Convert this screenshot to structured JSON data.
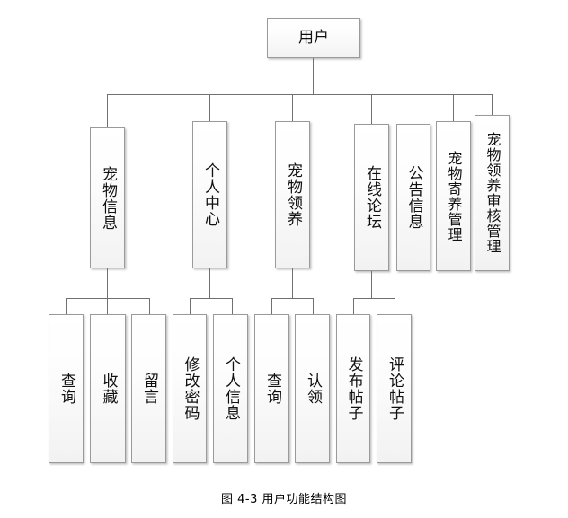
{
  "figure": {
    "caption": "图 4-3  用户功能结构图",
    "root": {
      "label": "用户"
    },
    "level2": [
      {
        "label": "宠物信息"
      },
      {
        "label": "个人中心"
      },
      {
        "label": "宠物领养"
      },
      {
        "label": "在线论坛"
      },
      {
        "label": "公告信息"
      },
      {
        "label": "宠物寄养管理"
      },
      {
        "label": "宠物领养审核管理"
      }
    ],
    "level3": [
      {
        "label": "查询"
      },
      {
        "label": "收藏"
      },
      {
        "label": "留言"
      },
      {
        "label": "修改密码"
      },
      {
        "label": "个人信息"
      },
      {
        "label": "查询"
      },
      {
        "label": "认领"
      },
      {
        "label": "发布帖子"
      },
      {
        "label": "评论帖子"
      }
    ],
    "colors": {
      "box_border": "#9a9a9a",
      "box_fill_top": "#ffffff",
      "box_fill_bottom": "#f2f2f2",
      "line": "#707070",
      "text": "#101010"
    }
  }
}
